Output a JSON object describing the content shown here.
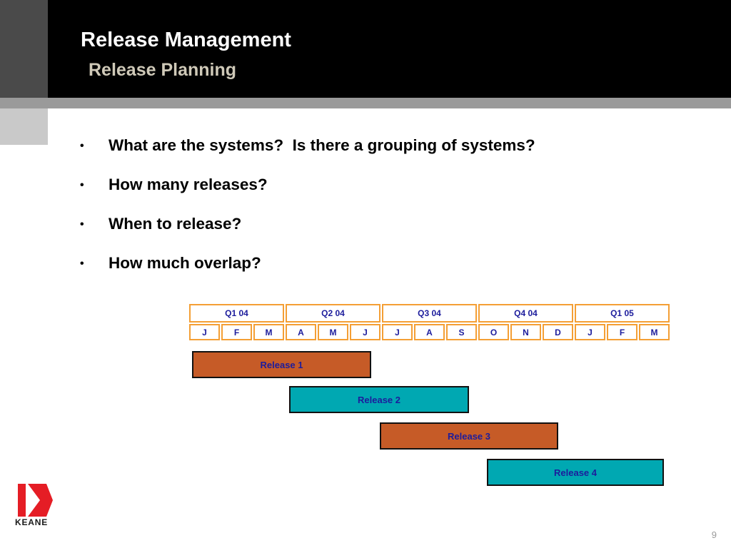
{
  "header": {
    "title": "Release Management",
    "subtitle": "Release Planning"
  },
  "bullets": [
    "What are the systems?  Is there a grouping of systems?",
    "How many releases?",
    "When to release?",
    "How much overlap?"
  ],
  "chart_data": {
    "type": "gantt",
    "timeline_unit": "month",
    "quarters": [
      {
        "label": "Q1 04",
        "months": [
          "J",
          "F",
          "M"
        ]
      },
      {
        "label": "Q2 04",
        "months": [
          "A",
          "M",
          "J"
        ]
      },
      {
        "label": "Q3 04",
        "months": [
          "J",
          "A",
          "S"
        ]
      },
      {
        "label": "Q4 04",
        "months": [
          "O",
          "N",
          "D"
        ]
      },
      {
        "label": "Q1 05",
        "months": [
          "J",
          "F",
          "M"
        ]
      }
    ],
    "bars": [
      {
        "label": "Release 1",
        "start": 0.09,
        "end": 5.68,
        "color": "#c65b27"
      },
      {
        "label": "Release 2",
        "start": 3.12,
        "end": 8.74,
        "color": "#00a8b2"
      },
      {
        "label": "Release 3",
        "start": 5.95,
        "end": 11.52,
        "color": "#c65b27"
      },
      {
        "label": "Release 4",
        "start": 9.29,
        "end": 14.82,
        "color": "#00a8b2"
      }
    ]
  },
  "colors": {
    "table_border": "#f49f35",
    "table_text": "#1c1c9c",
    "bar_orange": "#c65b27",
    "bar_teal": "#00a8b2",
    "logo_red": "#e51d25",
    "subtitle_tan": "#cfc9b8"
  },
  "logo": {
    "text": "KEANE"
  },
  "page_number": "9"
}
